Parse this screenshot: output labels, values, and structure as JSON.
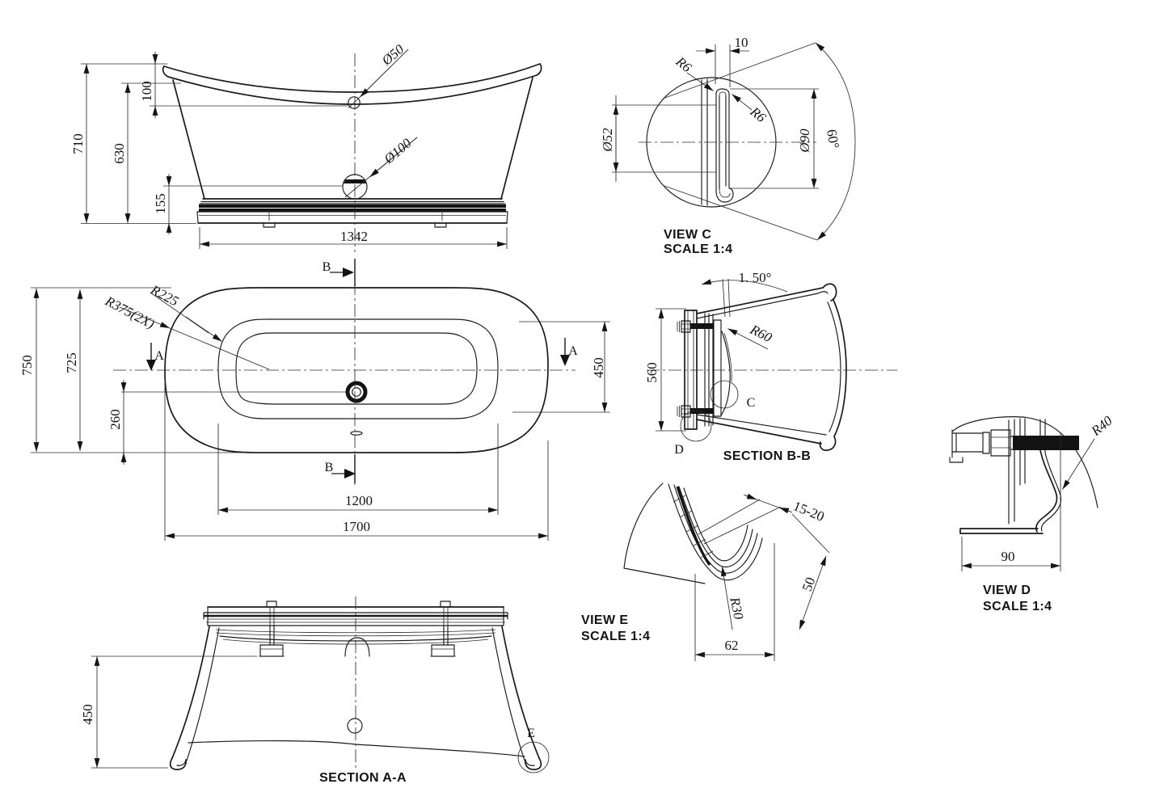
{
  "drawing": {
    "background": "#ffffff",
    "line_color": "#1a1a1a",
    "front_view": {
      "height_overall": "710",
      "height_rim": "630",
      "overflow_drop": "100",
      "base_height": "155",
      "base_length": "1342",
      "overflow_hole": "Ø50",
      "drain_hole": "Ø100"
    },
    "plan_view": {
      "width_overall": "750",
      "width_rim": "725",
      "drain_offset": "260",
      "end_radius": "R225",
      "side_radius": "R375(2X)",
      "basin_width": "450",
      "basin_length": "1200",
      "length_overall": "1700",
      "section_marker_a": "A",
      "section_marker_b": "B"
    },
    "view_c": {
      "title": "VIEW C",
      "scale": "SCALE 1:4",
      "rim_width": "10",
      "radius_top": "R6",
      "radius_bottom": "R6",
      "dia_inner": "Ø52",
      "dia_outer": "Ø90",
      "angle": "60°"
    },
    "section_bb": {
      "title": "SECTION B-B",
      "taper_angle": "1. 50°",
      "wall_radius": "R60",
      "height": "560",
      "detail_c": "C",
      "detail_d": "D"
    },
    "view_e": {
      "title": "VIEW E",
      "scale": "SCALE 1:4",
      "wall_thickness": "15-20",
      "depth": "50",
      "bottom_radius": "R30",
      "width": "62"
    },
    "view_d": {
      "title": "VIEW D",
      "scale": "SCALE 1:4",
      "radius": "R40",
      "width": "90"
    },
    "section_aa": {
      "title": "SECTION A-A",
      "leg_height": "450",
      "detail_e": "E"
    }
  }
}
